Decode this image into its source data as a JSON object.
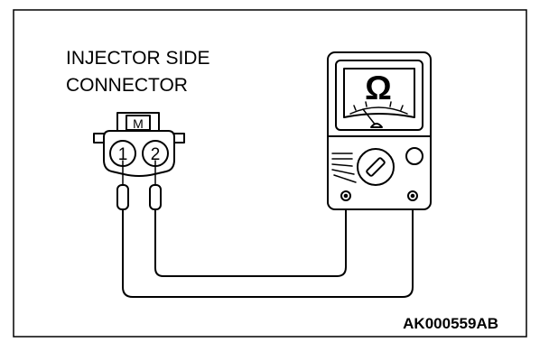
{
  "labels": {
    "connector_title_line1": "INJECTOR SIDE",
    "connector_title_line2": "CONNECTOR",
    "connector_marker": "M",
    "pin_1": "1",
    "pin_2": "2",
    "meter_symbol": "Ω"
  },
  "reference_code": "AK000559AB",
  "icons": {
    "connector": "injector-connector",
    "meter": "ohmmeter"
  },
  "colors": {
    "line": "#000000",
    "background": "#ffffff"
  }
}
